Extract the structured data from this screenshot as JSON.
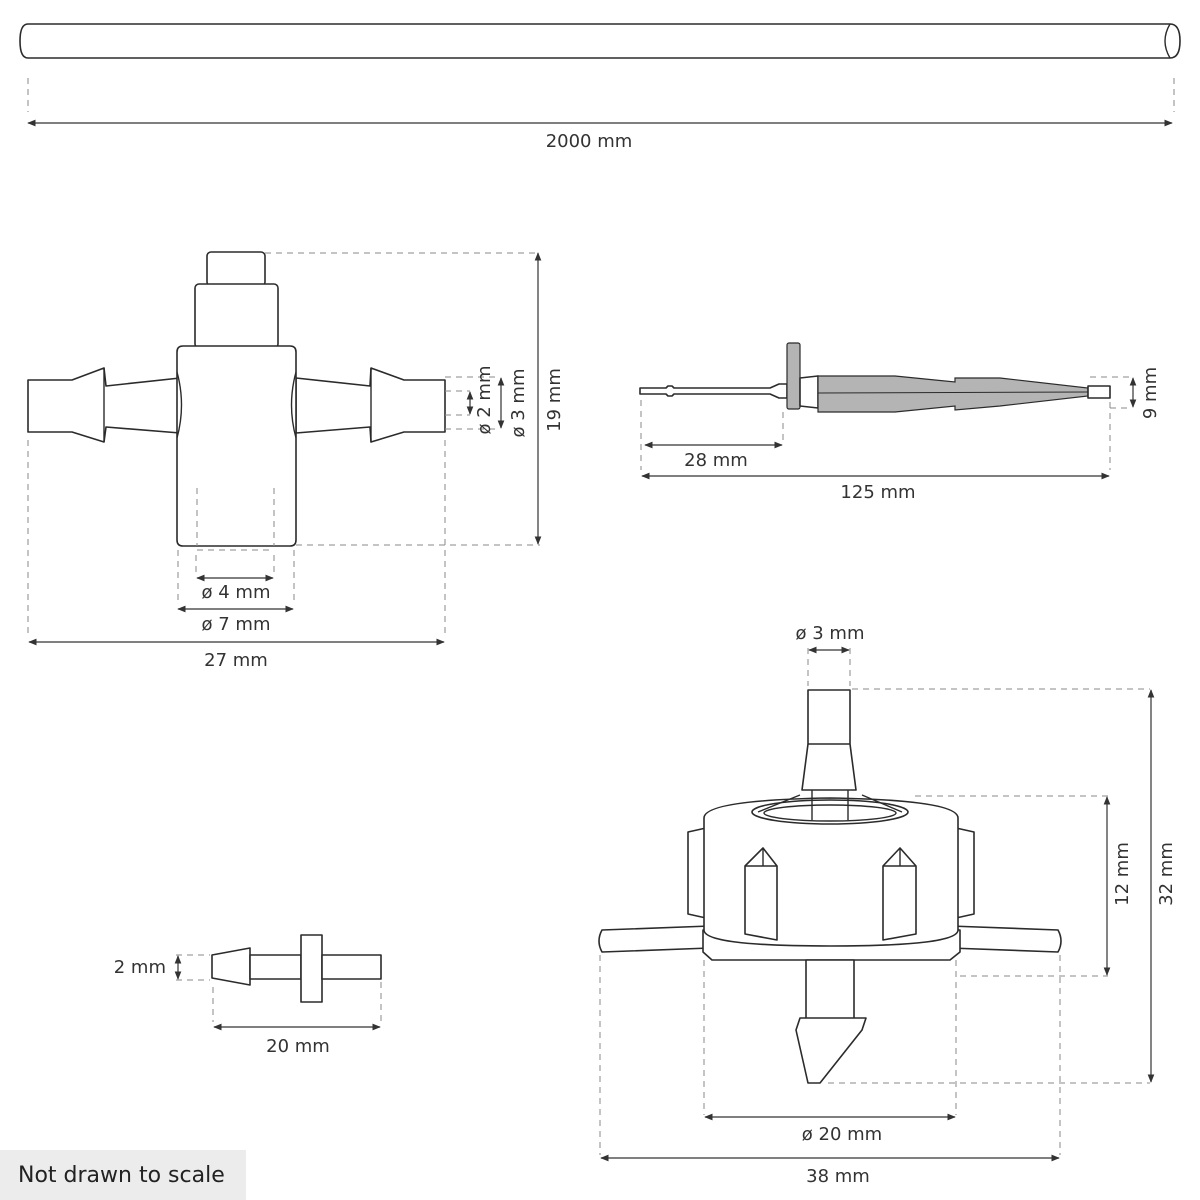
{
  "labels": {
    "tube_length": "2000 mm",
    "cross_d_inner_side": "ø 2 mm",
    "cross_d_outer_side": "ø 3 mm",
    "cross_height": "19 mm",
    "cross_d_inner_bottom": "ø 4 mm",
    "cross_d_outer_bottom": "ø 7 mm",
    "cross_width": "27 mm",
    "stake_short": "28 mm",
    "stake_length": "125 mm",
    "stake_height": "9 mm",
    "dripper_d_top": "ø 3 mm",
    "dripper_body_height": "12 mm",
    "dripper_total_height": "32 mm",
    "dripper_d_body": "ø 20 mm",
    "dripper_width": "38 mm",
    "connector_diameter": "2 mm",
    "connector_length": "20 mm"
  },
  "footer": {
    "note": "Not drawn to scale"
  },
  "colors": {
    "outline": "#2b2b2b",
    "stake_fill": "#b4b4b4",
    "footer_bg": "#ececec"
  }
}
